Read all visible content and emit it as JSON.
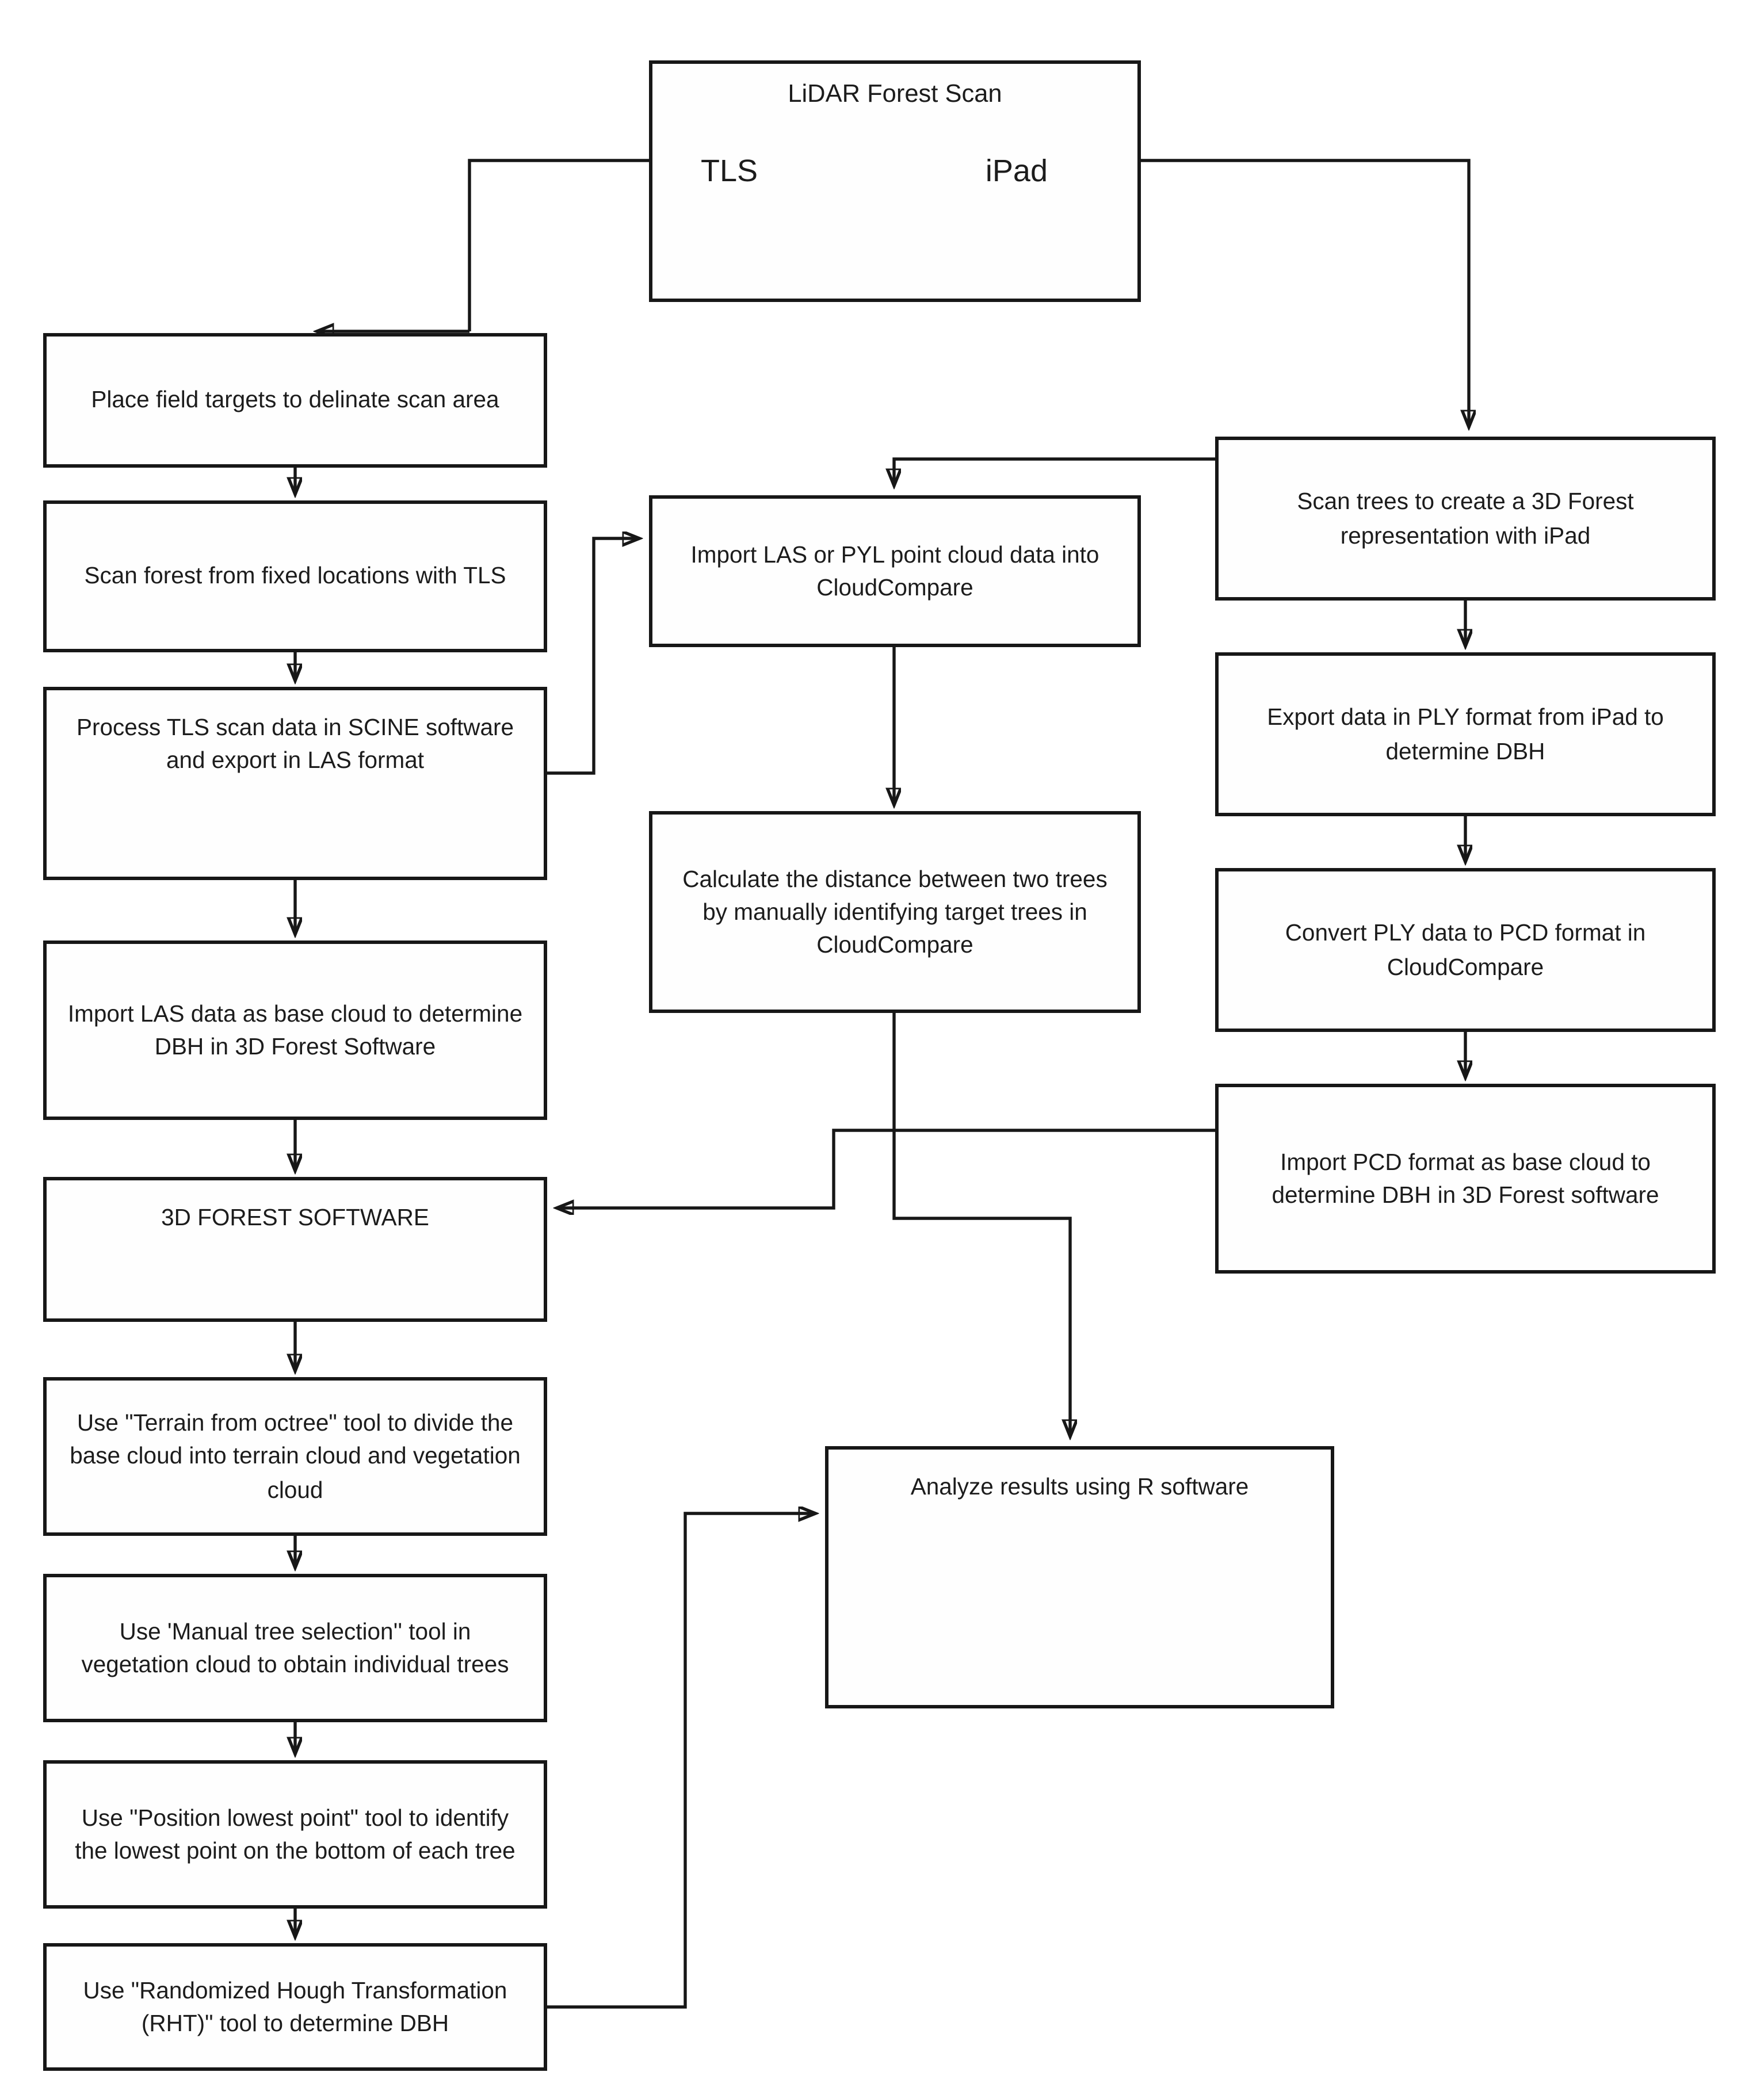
{
  "diagram": {
    "top": {
      "title": "LiDAR Forest Scan",
      "left_branch_label": "TLS",
      "right_branch_label": "iPad"
    },
    "nodes": {
      "place": {
        "text": "Place field targets to delinate scan area"
      },
      "scan_forest": {
        "text": "Scan forest from fixed locations with TLS"
      },
      "process_tls": {
        "text": "Process TLS scan data in SCINE software and export in LAS format"
      },
      "import_las": {
        "text": "Import LAS data as base cloud to determine DBH in 3D Forest Software"
      },
      "forest_software": {
        "text": "3D FOREST SOFTWARE"
      },
      "terrain": {
        "text": "Use \"Terrain from octree\" tool to divide the base cloud into terrain cloud and vegetation cloud"
      },
      "manual": {
        "text": "Use 'Manual tree selection'' tool in vegetation cloud to obtain individual trees"
      },
      "position": {
        "text": "Use \"Position lowest point\" tool to identify the lowest point on the bottom of each tree"
      },
      "rht": {
        "text": "Use \"Randomized Hough Transformation (RHT)\" tool to determine DBH"
      },
      "import_pyl": {
        "text": "Import LAS or PYL point cloud data into CloudCompare"
      },
      "calculate": {
        "text": "Calculate the distance between two trees by manually identifying target trees in CloudCompare"
      },
      "analyze": {
        "text": "Analyze results using R software"
      },
      "scan_trees": {
        "text": "Scan trees to create a 3D Forest representation with iPad"
      },
      "export_ply": {
        "text": "Export data in PLY format from iPad to determine DBH"
      },
      "convert_ply": {
        "text": "Convert PLY data to PCD format in CloudCompare"
      },
      "import_pcd": {
        "text": "Import PCD format as base cloud to determine DBH in 3D Forest software"
      }
    },
    "edges": [
      "lidar-forest-scan (TLS) -> place-field-targets",
      "lidar-forest-scan (iPad) -> scan-trees-ipad",
      "place-field-targets -> scan-forest-tls",
      "scan-forest-tls -> process-tls-scine",
      "process-tls-scine -> import-las-3dforest",
      "process-tls-scine -> import-las-pyl-cloudcompare",
      "scan-trees-ipad -> import-las-pyl-cloudcompare",
      "import-las-pyl-cloudcompare -> calculate-distance",
      "calculate-distance -> analyze-r-software",
      "import-las-3dforest -> 3d-forest-software",
      "3d-forest-software -> terrain-from-octree",
      "terrain-from-octree -> manual-tree-selection",
      "manual-tree-selection -> position-lowest-point",
      "position-lowest-point -> randomized-hough-transformation",
      "randomized-hough-transformation -> analyze-r-software",
      "scan-trees-ipad -> export-ply-ipad",
      "export-ply-ipad -> convert-ply-pcd",
      "convert-ply-pcd -> import-pcd-3dforest",
      "import-pcd-3dforest -> 3d-forest-software"
    ],
    "line_color": "#171717"
  }
}
